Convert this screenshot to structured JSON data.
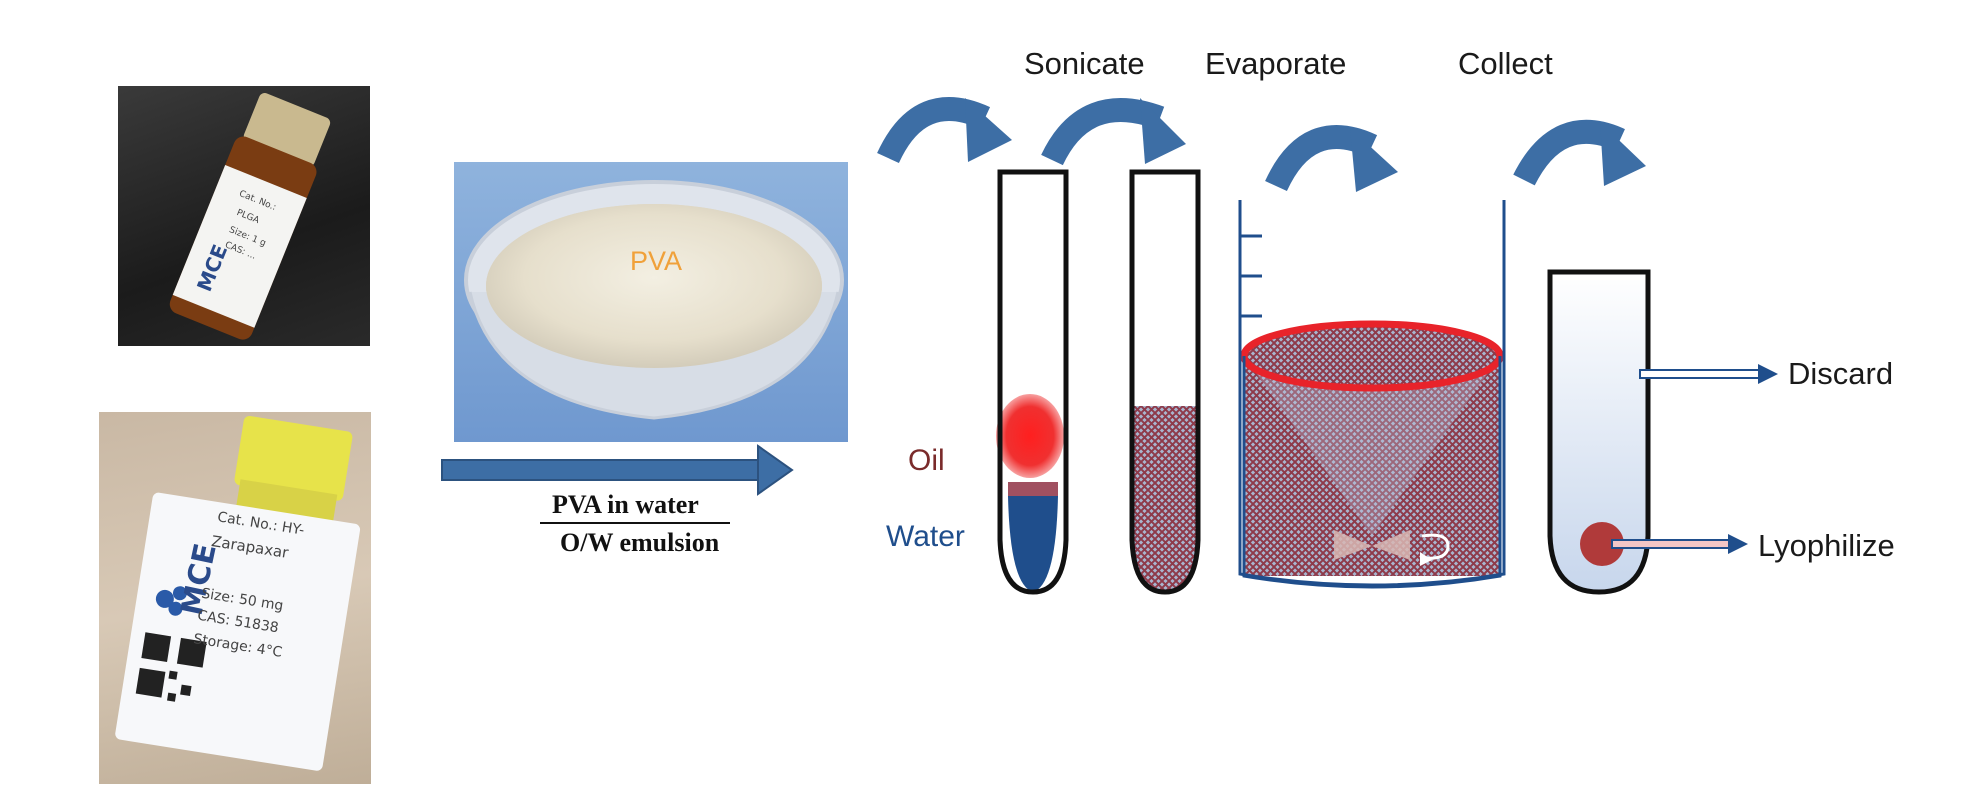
{
  "steps": {
    "sonicate": "Sonicate",
    "evaporate": "Evaporate",
    "collect": "Collect"
  },
  "emulsion": {
    "top": "PVA in water",
    "bottom": "O/W emulsion"
  },
  "pva_photo_label": "PVA",
  "tube_labels": {
    "oil": "Oil",
    "water": "Water"
  },
  "outputs": {
    "discard": "Discard",
    "lyophilize": "Lyophilize"
  },
  "vial1": {
    "brand": "MCE",
    "cat": "Cat. No.:",
    "name": "PLGA",
    "size": "Size: 1 g",
    "cas": "CAS: ..."
  },
  "vial2": {
    "brand": "MCE",
    "cat": "Cat. No.: HY-",
    "name": "Zarapaxar",
    "size": "Size: 50 mg",
    "cas": "CAS: 51838",
    "storage": "Storage: 4°C"
  },
  "colors": {
    "arrow": "#3d6ea5",
    "oil": "#e8232a",
    "water": "#1f4e8c",
    "mesh": "#8e3a4a",
    "rim": "#e8232a"
  }
}
